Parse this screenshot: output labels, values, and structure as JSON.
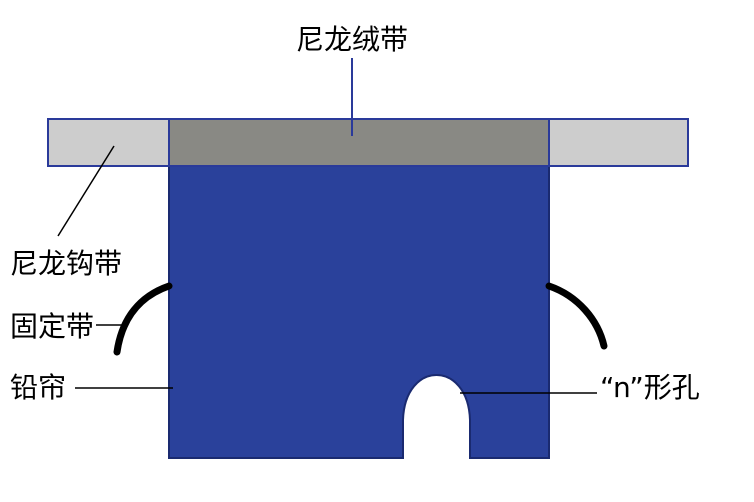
{
  "labels": {
    "velcro_strap": "尼龙绒带",
    "hook_strap": "尼龙钩带",
    "fixing_strap": "固定带",
    "lead_curtain": "铅帘",
    "n_hole": "“n”形孔"
  },
  "colors": {
    "curtain_fill": "#2a419b",
    "curtain_outline": "#1a2a70",
    "velcro_fill": "#898984",
    "hook_fill": "#cdcdcd",
    "strap_outline": "#2a3a9a",
    "leader_line": "#000000",
    "top_leader_line": "#2a3a9a"
  }
}
